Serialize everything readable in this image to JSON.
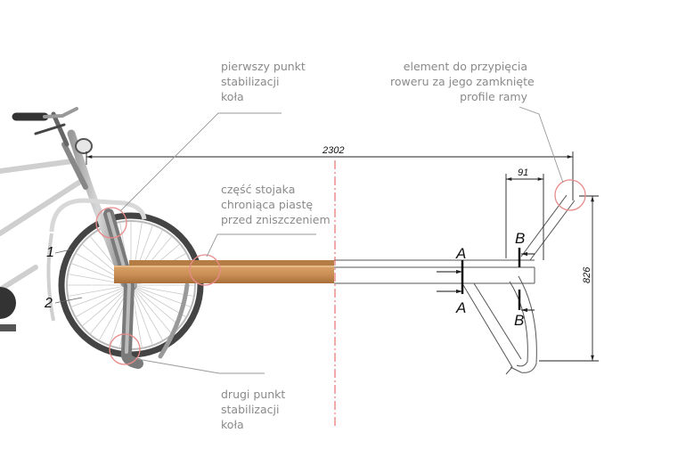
{
  "callouts": {
    "first_point": [
      "pierwszy punkt",
      "stabilizacji",
      "koła"
    ],
    "lock_element": [
      "element do przypięcia",
      "roweru za jego zamknięte",
      "profile ramy"
    ],
    "hub_protection": [
      "część stojaka",
      "chroniąca piastę",
      "przed zniszczeniem"
    ],
    "second_point": [
      "drugi punkt",
      "stabilizacji",
      "koła"
    ]
  },
  "dimensions": {
    "length": "2302",
    "width": "91",
    "height": "826"
  },
  "section_labels": {
    "a_top": "A",
    "a_bottom": "A",
    "b_top": "B",
    "b_bottom": "B"
  },
  "part_numbers": {
    "one": "1",
    "two": "2"
  },
  "colors": {
    "highlight_circle": "#e98a8a",
    "center_line": "#e05555",
    "wood": "#c98f55",
    "leader_line": "#9a9a9a",
    "dimension_line": "#222222"
  }
}
